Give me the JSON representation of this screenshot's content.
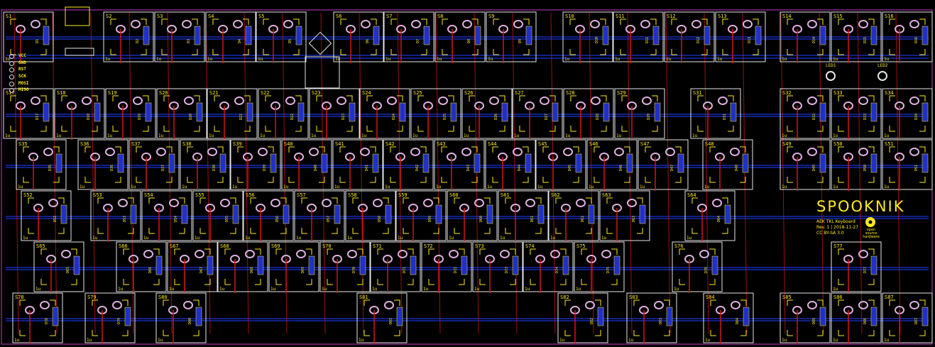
{
  "board": {
    "brand": "SPOOKNIK",
    "info_lines": [
      "AEK TKL Keyboard",
      "Rev. 1 | 2018-11-27",
      "CC BY-SA 3.0"
    ],
    "oshw_label": [
      "open source",
      "hardware"
    ],
    "isp_pins": [
      "VCC",
      "GND",
      "RST",
      "SCK",
      "MOSI",
      "MISO"
    ],
    "leds": [
      "LED1",
      "LED2"
    ],
    "key_size_label": "1u",
    "colors": {
      "background": "#000000",
      "silkscreen": "#ffeb1a",
      "outline": "#e6e6e6",
      "top_copper": "#d41515",
      "bottom_copper": "#1a35d8",
      "pads": "#2030c8",
      "board_edge": "#c040c0"
    }
  },
  "switches": [
    {
      "label": "S1",
      "diode": "D1"
    },
    {
      "label": "S2",
      "diode": "D2"
    },
    {
      "label": "S3",
      "diode": "D3"
    },
    {
      "label": "S4",
      "diode": "D4"
    },
    {
      "label": "S5",
      "diode": "D5"
    },
    {
      "label": "S6",
      "diode": "D6"
    },
    {
      "label": "S7",
      "diode": "D7"
    },
    {
      "label": "S8",
      "diode": "D8"
    },
    {
      "label": "S9",
      "diode": "D9"
    },
    {
      "label": "S10",
      "diode": "D10"
    },
    {
      "label": "S11",
      "diode": "D11"
    },
    {
      "label": "S12",
      "diode": "D12"
    },
    {
      "label": "S13",
      "diode": "D13"
    },
    {
      "label": "S14",
      "diode": "D14"
    },
    {
      "label": "S15",
      "diode": "D15"
    },
    {
      "label": "S16",
      "diode": "D16"
    },
    {
      "label": "S17",
      "diode": "D17"
    },
    {
      "label": "S18",
      "diode": "D18"
    },
    {
      "label": "S19",
      "diode": "D19"
    },
    {
      "label": "S20",
      "diode": "D20"
    },
    {
      "label": "S21",
      "diode": "D21"
    },
    {
      "label": "S22",
      "diode": "D22"
    },
    {
      "label": "S23",
      "diode": "D23"
    },
    {
      "label": "S24",
      "diode": "D24"
    },
    {
      "label": "S25",
      "diode": "D25"
    },
    {
      "label": "S26",
      "diode": "D26"
    },
    {
      "label": "S27",
      "diode": "D27"
    },
    {
      "label": "S28",
      "diode": "D28"
    },
    {
      "label": "S29",
      "diode": "D29"
    },
    {
      "label": "S31",
      "diode": "D31"
    },
    {
      "label": "S32",
      "diode": "D32"
    },
    {
      "label": "S33",
      "diode": "D33"
    },
    {
      "label": "S34",
      "diode": "D34"
    },
    {
      "label": "S35",
      "diode": "D35"
    },
    {
      "label": "S36",
      "diode": "D36"
    },
    {
      "label": "S37",
      "diode": "D37"
    },
    {
      "label": "S38",
      "diode": "D38"
    },
    {
      "label": "S39",
      "diode": "D39"
    },
    {
      "label": "S40",
      "diode": "D40"
    },
    {
      "label": "S41",
      "diode": "D41"
    },
    {
      "label": "S42",
      "diode": "D42"
    },
    {
      "label": "S43",
      "diode": "D43"
    },
    {
      "label": "S44",
      "diode": "D44"
    },
    {
      "label": "S45",
      "diode": "D45"
    },
    {
      "label": "S46",
      "diode": "D46"
    },
    {
      "label": "S47",
      "diode": "D47"
    },
    {
      "label": "S48",
      "diode": "D48"
    },
    {
      "label": "S49",
      "diode": "D49"
    },
    {
      "label": "S50",
      "diode": "D50"
    },
    {
      "label": "S51",
      "diode": "D51"
    },
    {
      "label": "S52",
      "diode": "D52"
    },
    {
      "label": "S53",
      "diode": "D53"
    },
    {
      "label": "S54",
      "diode": "D54"
    },
    {
      "label": "S55",
      "diode": "D55"
    },
    {
      "label": "S56",
      "diode": "D56"
    },
    {
      "label": "S57",
      "diode": "D57"
    },
    {
      "label": "S58",
      "diode": "D58"
    },
    {
      "label": "S59",
      "diode": "D59"
    },
    {
      "label": "S60",
      "diode": "D60"
    },
    {
      "label": "S61",
      "diode": "D61"
    },
    {
      "label": "S62",
      "diode": "D62"
    },
    {
      "label": "S63",
      "diode": "D63"
    },
    {
      "label": "S64",
      "diode": "D64"
    },
    {
      "label": "S65",
      "diode": "D65"
    },
    {
      "label": "S66",
      "diode": "D66"
    },
    {
      "label": "S67",
      "diode": "D67"
    },
    {
      "label": "S68",
      "diode": "D68"
    },
    {
      "label": "S69",
      "diode": "D69"
    },
    {
      "label": "S70",
      "diode": "D70"
    },
    {
      "label": "S71",
      "diode": "D71"
    },
    {
      "label": "S72",
      "diode": "D72"
    },
    {
      "label": "S73",
      "diode": "D73"
    },
    {
      "label": "S74",
      "diode": "D74"
    },
    {
      "label": "S75",
      "diode": "D75"
    },
    {
      "label": "S76",
      "diode": "D76"
    },
    {
      "label": "S77",
      "diode": "D77"
    },
    {
      "label": "S78",
      "diode": "D78"
    },
    {
      "label": "S79",
      "diode": "D79"
    },
    {
      "label": "S80",
      "diode": "D80"
    },
    {
      "label": "S81",
      "diode": "D81"
    },
    {
      "label": "S82",
      "diode": "D82"
    },
    {
      "label": "S83",
      "diode": "D83"
    },
    {
      "label": "S84",
      "diode": "D84"
    },
    {
      "label": "S85",
      "diode": "D85"
    },
    {
      "label": "S86",
      "diode": "D86"
    },
    {
      "label": "S87",
      "diode": "D87"
    }
  ]
}
